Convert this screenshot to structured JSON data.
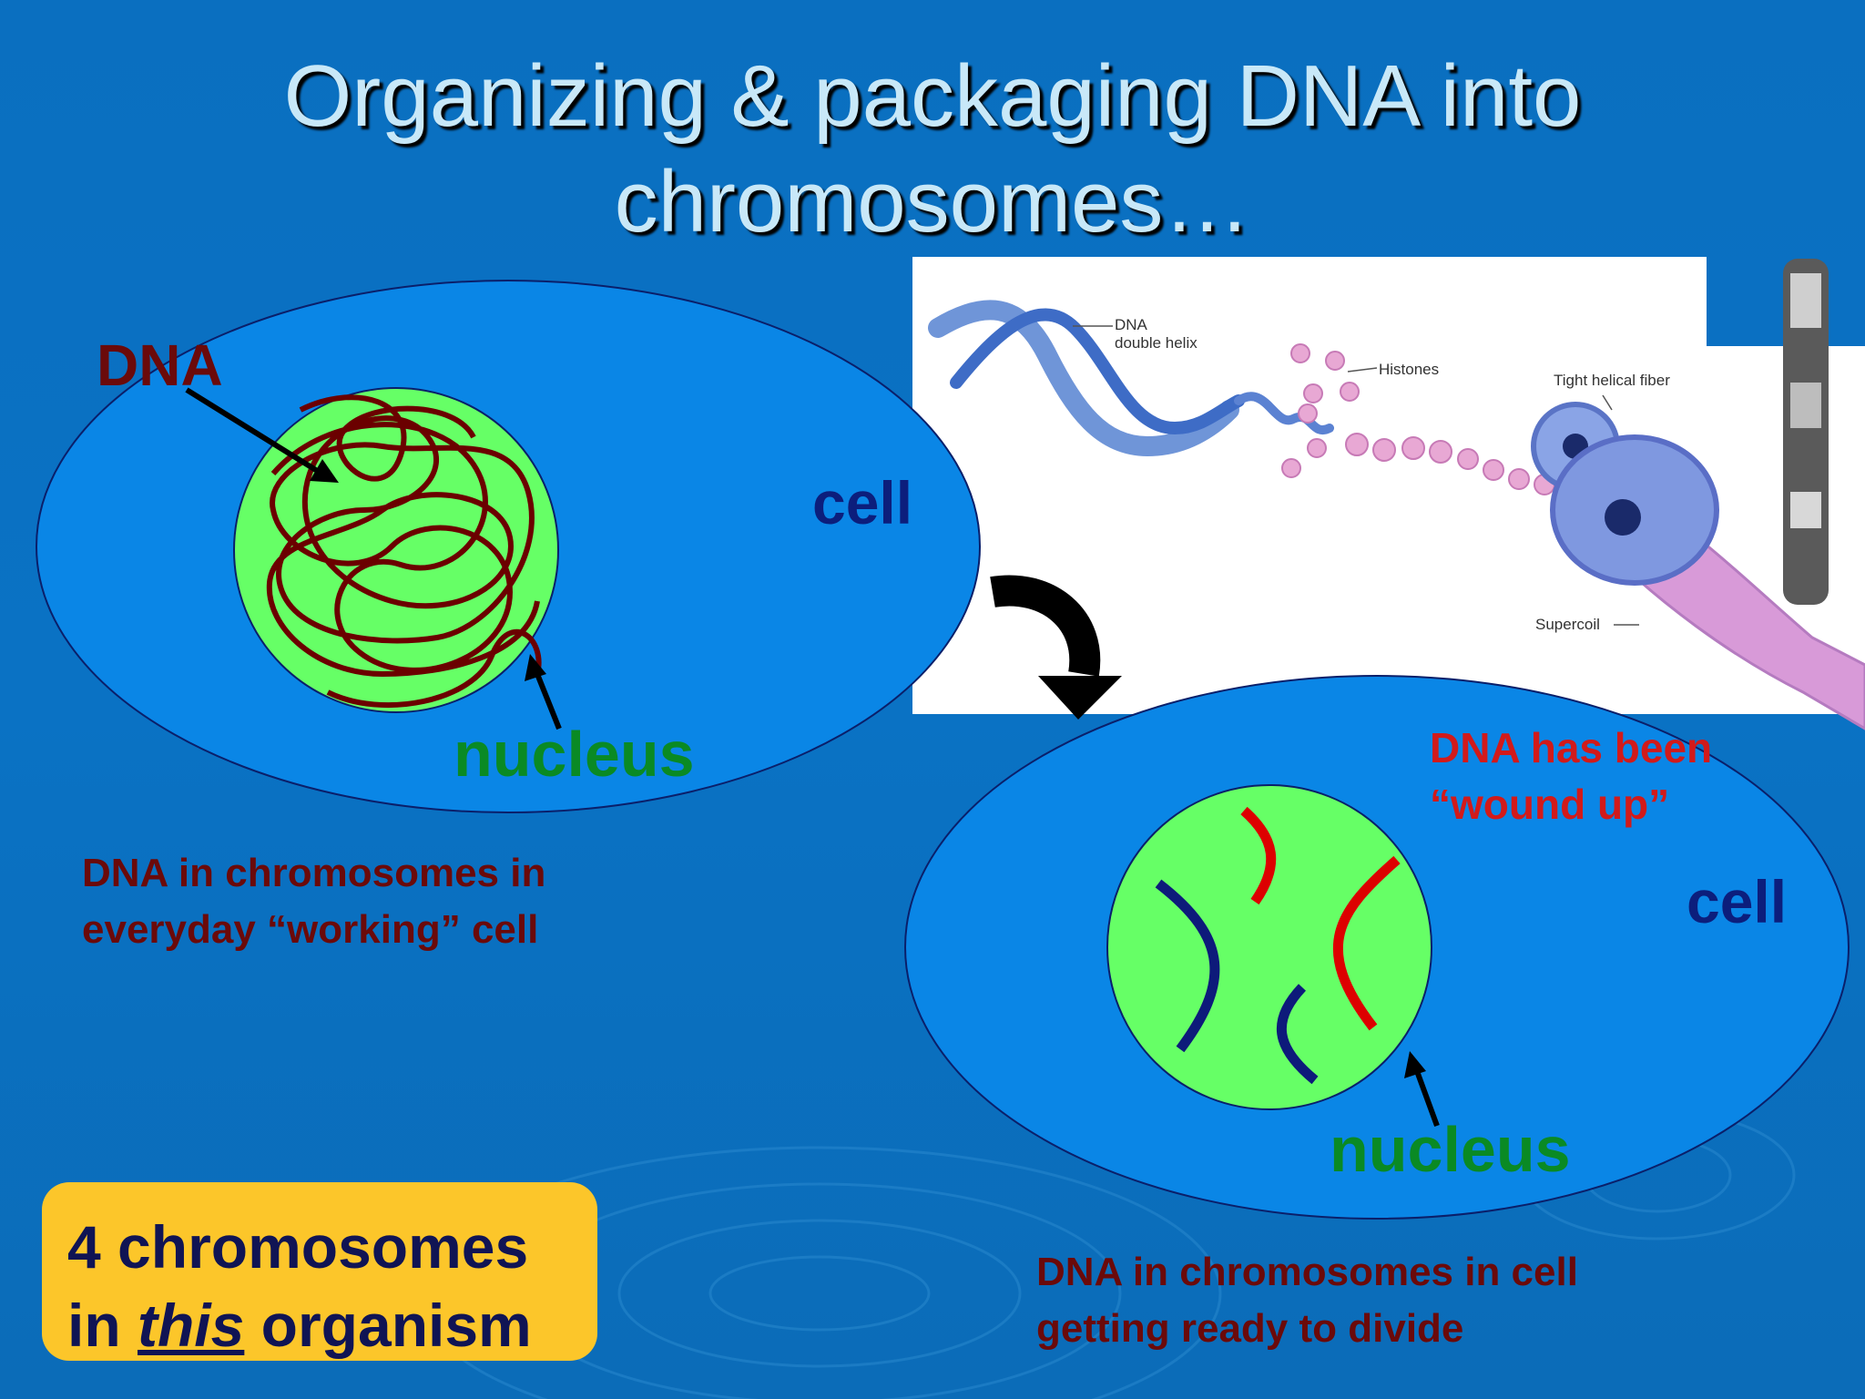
{
  "slide": {
    "title_line1": "Organizing & packaging DNA into",
    "title_line2": "chromosomes…"
  },
  "left_cell": {
    "dna_label": "DNA",
    "cell_label": "cell",
    "nucleus_label": "nucleus",
    "caption_line1": "DNA in chromosomes in",
    "caption_line2": "everyday “working” cell"
  },
  "right_cell": {
    "wound_line1": "DNA has been",
    "wound_line2": "“wound up”",
    "cell_label": "cell",
    "nucleus_label": "nucleus",
    "caption_line1": "DNA in chromosomes in cell",
    "caption_line2": "getting ready to divide"
  },
  "packaging_figure": {
    "helix_label_line1": "DNA",
    "helix_label_line2": "double helix",
    "histones_label": "Histones",
    "fiber_label": "Tight helical fiber",
    "supercoil_label": "Supercoil"
  },
  "callout": {
    "line1": "4 chromosomes",
    "line2_prefix": "in ",
    "line2_emphasis": "this",
    "line2_suffix": " organism"
  },
  "colors": {
    "background": "#0a6fc0",
    "cell_fill": "#0a86e6",
    "nucleus_fill": "#66ff66",
    "dna_tangle": "#6b0000",
    "chromosome_red": "#dd0000",
    "chromosome_blue": "#0d1a7a",
    "callout_fill": "#fcc62a"
  },
  "chromosome_count": 4
}
